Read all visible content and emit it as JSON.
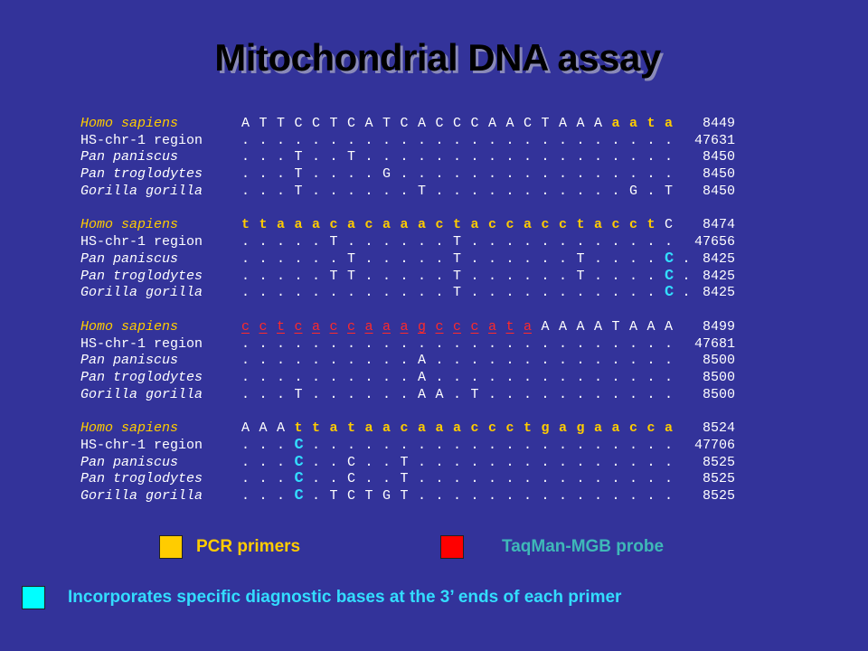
{
  "title": "Mitochondrial DNA assay",
  "colors": {
    "background": "#33339a",
    "pcr_primer": "#ffcc00",
    "taqman_probe": "#ff0000",
    "diagnostic": "#00ffff",
    "probe_text": "#3fb8b8"
  },
  "alignment": [
    {
      "rows": [
        {
          "species": "Homo sapiens",
          "ref": true,
          "sequence": "ATTCCTCATCACCCAACTAAAaata",
          "position": "8449"
        },
        {
          "species": "HS-chr-1 region",
          "sequence": ".........................",
          "position": "47631"
        },
        {
          "species": "Pan paniscus",
          "sequence": "...T..T..................",
          "position": "8450"
        },
        {
          "species": "Pan troglodytes",
          "sequence": "...T....G................",
          "position": "8450"
        },
        {
          "species": "Gorilla gorilla",
          "sequence": "...T......T...........G.T",
          "position": "8450"
        }
      ]
    },
    {
      "rows": [
        {
          "species": "Homo sapiens",
          "ref": true,
          "sequence": "ttaaacacaaactaccacctacctC",
          "position": "8474"
        },
        {
          "species": "HS-chr-1 region",
          "sequence": ".....T......T............",
          "position": "47656"
        },
        {
          "species": "Pan paniscus",
          "sequence": "......T.....T......T....C.",
          "position": "8425"
        },
        {
          "species": "Pan troglodytes",
          "sequence": ".....TT.....T......T....C.",
          "position": "8425"
        },
        {
          "species": "Gorilla gorilla",
          "sequence": "............T...........C.",
          "position": "8425"
        }
      ]
    },
    {
      "rows": [
        {
          "species": "Homo sapiens",
          "ref": true,
          "sequence": "cctcaccaaagcccataAAAATAAA",
          "position": "8499"
        },
        {
          "species": "HS-chr-1 region",
          "sequence": ".........................",
          "position": "47681"
        },
        {
          "species": "Pan paniscus",
          "sequence": "..........A..............",
          "position": "8500"
        },
        {
          "species": "Pan troglodytes",
          "sequence": "..........A..............",
          "position": "8500"
        },
        {
          "species": "Gorilla gorilla",
          "sequence": "...T......AA.T...........",
          "position": "8500"
        }
      ]
    },
    {
      "rows": [
        {
          "species": "Homo sapiens",
          "ref": true,
          "sequence": "AAAttataacaaaccctgagaacca",
          "position": "8524"
        },
        {
          "species": "HS-chr-1 region",
          "sequence": "...C.....................",
          "position": "47706"
        },
        {
          "species": "Pan paniscus",
          "sequence": "...C..C..T...............",
          "position": "8525"
        },
        {
          "species": "Pan troglodytes",
          "sequence": "...C..C..T...............",
          "position": "8525"
        },
        {
          "species": "Gorilla gorilla",
          "sequence": "...C.TCTGT...............",
          "position": "8525"
        }
      ]
    }
  ],
  "legend": {
    "pcr_label": "PCR primers",
    "probe_label": "TaqMan-MGB probe",
    "diagnostic_label": "Incorporates specific diagnostic bases at the 3’ ends of each primer"
  }
}
